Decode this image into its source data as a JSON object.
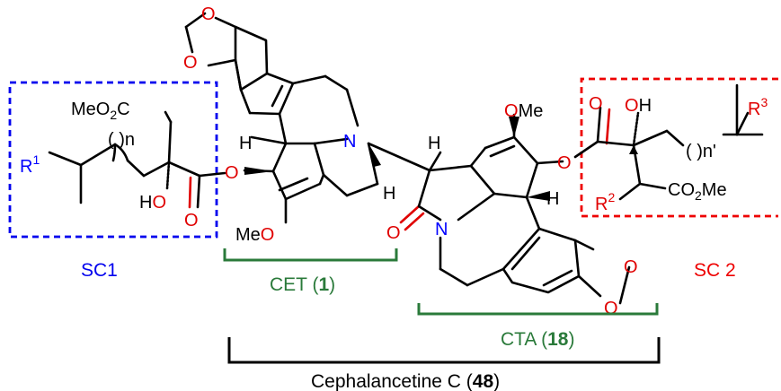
{
  "colors": {
    "oxygen": "#e00000",
    "nitrogen": "#0000ff",
    "sc1_box": "#0000ee",
    "sc2_box": "#ee0000",
    "green_bracket": "#2a7a3a",
    "black_bracket": "#000000",
    "bond": "#000000"
  },
  "labels": {
    "sc1": "SC1",
    "sc2": "SC 2",
    "cet_prefix": "CET (",
    "cet_num": "1",
    "cet_suffix": ")",
    "cta_prefix": "CTA (",
    "cta_num": "18",
    "cta_suffix": ")",
    "ceph_prefix": "Cephalancetine C (",
    "ceph_num": "48",
    "ceph_suffix": ")"
  },
  "atoms": {
    "meo2c_left": "MeO",
    "sub2": "2",
    "c_letter": "C",
    "r": "R",
    "sup1": "1",
    "n_sub": "n",
    "ho_h": "H",
    "ho_o": "O",
    "o": "O",
    "h": "H",
    "n": "N",
    "meo_bottom_me": "Me",
    "ome_o": "O",
    "ome_me": "Me",
    "oh_o": "O",
    "oh_h": "H",
    "n_prime": "n'",
    "sup3": "3",
    "sup2": "2",
    "co2me_co": "CO",
    "co2me_me": "Me"
  }
}
